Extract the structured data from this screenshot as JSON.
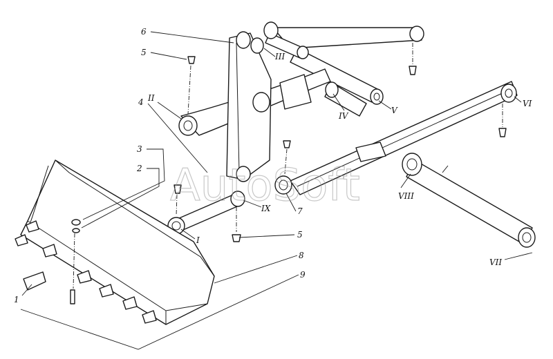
{
  "watermark": "AutoSoft",
  "colors": {
    "line": "#1a1a1a",
    "background": "#ffffff",
    "watermark": "#9a9a9a"
  },
  "callouts": {
    "n1": "1",
    "n2": "2",
    "n3": "3",
    "n4": "4",
    "n5a": "5",
    "n5b": "5",
    "n6": "6",
    "n7": "7",
    "n8": "8",
    "n9": "9",
    "rI": "I",
    "rII": "II",
    "rIII": "III",
    "rIV": "IV",
    "rV": "V",
    "rVI": "VI",
    "rVII": "VII",
    "rVIII": "VIII",
    "rIX": "IX"
  }
}
